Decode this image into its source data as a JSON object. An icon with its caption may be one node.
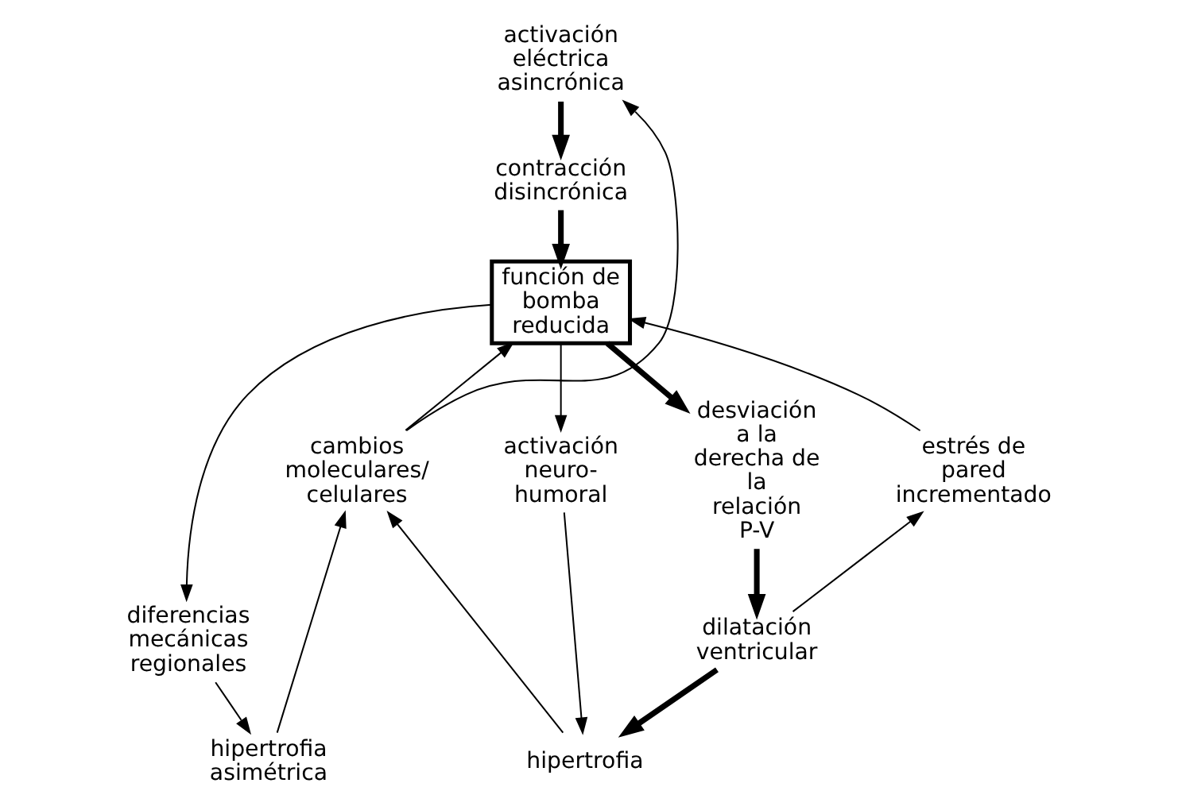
{
  "diagram": {
    "nodes": [
      {
        "text": [
          "activación eléctrica asincrónica"
        ]
      },
      {
        "text": [
          "contracción disincrónica"
        ]
      },
      {
        "text": [
          "función de bomba reducida"
        ]
      },
      {
        "text": [
          "activación neuro- humoral"
        ]
      },
      {
        "text": [
          "desviación a la derecha de la relación P-V"
        ]
      },
      {
        "text": [
          "estrés de pared incrementado"
        ]
      },
      {
        "text": [
          "cambios moleculares/ celulares"
        ]
      },
      {
        "text": [
          "diferencias mecánicas regionales"
        ]
      },
      {
        "text": [
          "dilatación ventricular"
        ]
      },
      {
        "text": [
          "hipertrofia"
        ]
      },
      {
        "text": [
          "hipertrofia asimétrica"
        ]
      }
    ],
    "edges": [
      {
        "from": 0,
        "to": 1,
        "arrow": "to",
        "style": "thick"
      },
      {
        "from": 1,
        "to": 2,
        "arrow": "to",
        "style": "thick"
      },
      {
        "from": 2,
        "to": 4,
        "arrow": "to",
        "style": "thick"
      },
      {
        "from": 4,
        "to": 8,
        "arrow": "to",
        "style": "thick"
      },
      {
        "from": 8,
        "to": 9,
        "arrow": "to",
        "style": "thick"
      },
      {
        "from": 2,
        "to": 3,
        "arrow": "to"
      },
      {
        "from": 2,
        "to": 7,
        "arrow": "to"
      },
      {
        "from": 3,
        "to": 9,
        "arrow": "to"
      },
      {
        "from": 7,
        "to": 10,
        "arrow": "to"
      },
      {
        "from": 8,
        "to": 5,
        "arrow": "to"
      },
      {
        "from": 5,
        "to": 2,
        "arrow": "to"
      },
      {
        "from": 9,
        "to": 6,
        "arrow": "to"
      },
      {
        "from": 10,
        "to": 6,
        "arrow": "to"
      },
      {
        "from": 6,
        "to": 2,
        "arrow": "to"
      },
      {
        "from": 6,
        "to": 0,
        "arrow": "to"
      }
    ]
  }
}
